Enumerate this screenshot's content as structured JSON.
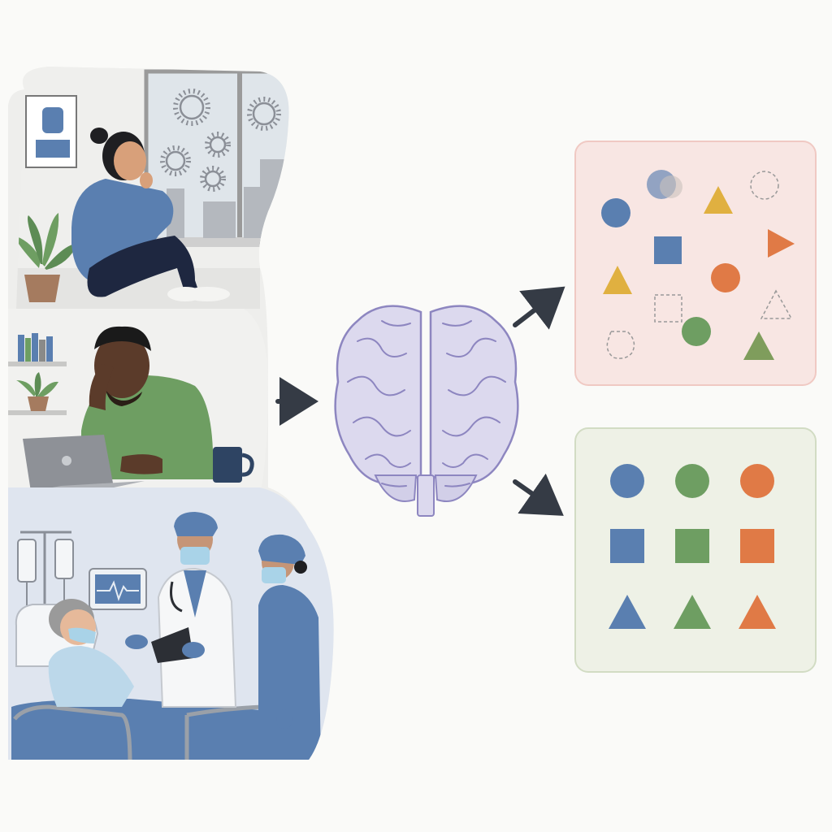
{
  "figure": {
    "scenes": [
      {
        "id": "isolation",
        "icon": "person-sitting-by-window-icon",
        "elements": [
          "framed-picture",
          "window",
          "virus-particles",
          "city-buildings",
          "potted-plant"
        ]
      },
      {
        "id": "remote-work-stress",
        "icon": "person-at-laptop-icon",
        "elements": [
          "bookshelf",
          "potted-plant",
          "laptop",
          "coffee-mug"
        ]
      },
      {
        "id": "hospital-care",
        "icon": "hospital-bed-icon",
        "elements": [
          "iv-stand",
          "heart-monitor",
          "patient",
          "doctor",
          "nurse",
          "clipboard"
        ]
      }
    ],
    "center": {
      "icon": "brain-icon"
    },
    "outputs": [
      {
        "id": "disordered-shapes-panel",
        "tint": "#f8e6e3",
        "border": "#f0c9c3"
      },
      {
        "id": "ordered-shapes-panel",
        "tint": "#eef1e6",
        "border": "#d2dcc4"
      }
    ],
    "colors": {
      "blue": "#5a7fb0",
      "green": "#6e9e62",
      "orange": "#e07a46",
      "yellow": "#e0b040",
      "arrow": "#353b45",
      "brain": "#dcd9ee",
      "brain_stroke": "#8d86c0"
    },
    "ordered_grid": [
      [
        "circle",
        "circle",
        "circle"
      ],
      [
        "square",
        "square",
        "square"
      ],
      [
        "triangle",
        "triangle",
        "triangle"
      ]
    ],
    "ordered_grid_colors": [
      "blue",
      "green",
      "orange"
    ]
  }
}
